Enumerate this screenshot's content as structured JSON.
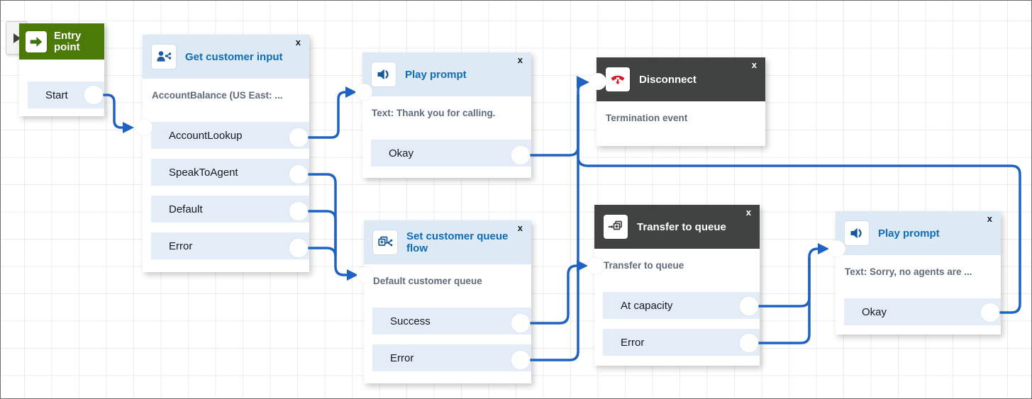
{
  "ui": {
    "close_label": "x"
  },
  "colors": {
    "accent_blue": "#0f6cb7",
    "connector_blue": "#1e62c4",
    "entry_green": "#4c7a08",
    "dark_header": "#414242",
    "light_header": "#dde9f5",
    "row_background": "#e4edf7",
    "disconnect_red": "#cf1f2e"
  },
  "nodes": {
    "entry": {
      "title": "Entry point",
      "output": "Start"
    },
    "getCustomerInput": {
      "title": "Get customer input",
      "description": "AccountBalance (US East: ...",
      "outputs": [
        "AccountLookup",
        "SpeakToAgent",
        "Default",
        "Error"
      ]
    },
    "playPromptTop": {
      "title": "Play prompt",
      "description": "Text: Thank you for calling.",
      "outputs": [
        "Okay"
      ]
    },
    "disconnect": {
      "title": "Disconnect",
      "description": "Termination event"
    },
    "setCustomerQueueFlow": {
      "title": "Set customer queue flow",
      "description": "Default customer queue",
      "outputs": [
        "Success",
        "Error"
      ]
    },
    "transferToQueue": {
      "title": "Transfer to queue",
      "description": "Transfer to queue",
      "outputs": [
        "At capacity",
        "Error"
      ]
    },
    "playPromptBottom": {
      "title": "Play prompt",
      "description": "Text: Sorry, no agents are ...",
      "outputs": [
        "Okay"
      ]
    }
  },
  "connections": [
    {
      "from": "Entry point: Start",
      "to": "Get customer input"
    },
    {
      "from": "Get customer input: AccountLookup",
      "to": "Play prompt (top)"
    },
    {
      "from": "Get customer input: SpeakToAgent",
      "to": "Set customer queue flow"
    },
    {
      "from": "Get customer input: Default",
      "to": "Set customer queue flow"
    },
    {
      "from": "Get customer input: Error",
      "to": "Set customer queue flow"
    },
    {
      "from": "Play prompt (top): Okay",
      "to": "Disconnect"
    },
    {
      "from": "Set customer queue flow: Success",
      "to": "Transfer to queue"
    },
    {
      "from": "Set customer queue flow: Error",
      "to": "Disconnect"
    },
    {
      "from": "Transfer to queue: At capacity",
      "to": "Play prompt (bottom)"
    },
    {
      "from": "Transfer to queue: Error",
      "to": "Play prompt (bottom)"
    },
    {
      "from": "Play prompt (bottom): Okay",
      "to": "Disconnect"
    }
  ]
}
